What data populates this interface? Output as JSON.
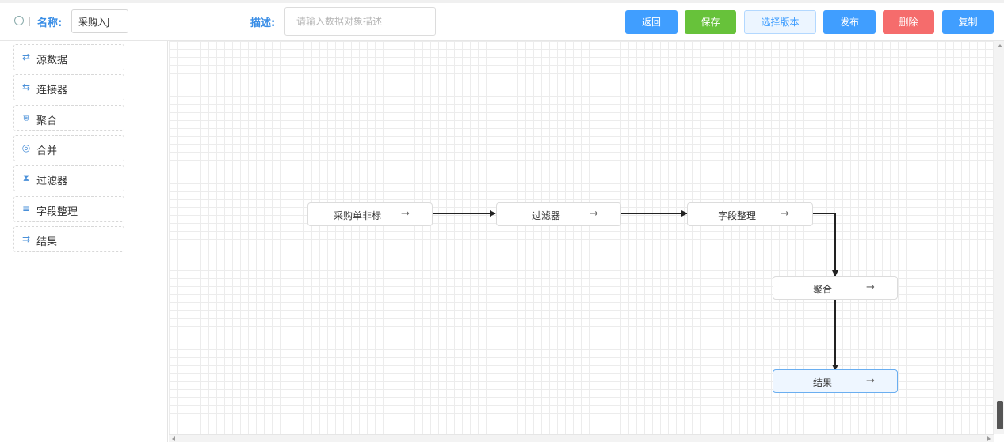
{
  "header": {
    "name_label": "名称:",
    "name_value": "采购入J",
    "desc_label": "描述:",
    "desc_placeholder": "请输入数据对象描述",
    "buttons": {
      "back": "返回",
      "save": "保存",
      "select_version": "选择版本",
      "publish": "发布",
      "delete": "删除",
      "copy": "复制"
    },
    "colors": {
      "primary": "#409eff",
      "success": "#67c23a",
      "danger": "#f56c6c"
    }
  },
  "sidebar": {
    "items": [
      {
        "label": "源数据",
        "icon": "source-data-icon"
      },
      {
        "label": "连接器",
        "icon": "connector-icon"
      },
      {
        "label": "聚合",
        "icon": "aggregate-icon"
      },
      {
        "label": "合并",
        "icon": "merge-icon"
      },
      {
        "label": "过滤器",
        "icon": "filter-icon"
      },
      {
        "label": "字段整理",
        "icon": "field-arrange-icon"
      },
      {
        "label": "结果",
        "icon": "result-icon"
      }
    ]
  },
  "canvas": {
    "nodes": [
      {
        "label": "采购单非标",
        "arrow": "→"
      },
      {
        "label": "过滤器",
        "arrow": "→"
      },
      {
        "label": "字段整理",
        "arrow": "→"
      },
      {
        "label": "聚合",
        "arrow": "→"
      },
      {
        "label": "结果",
        "arrow": "→",
        "selected": true
      }
    ]
  }
}
